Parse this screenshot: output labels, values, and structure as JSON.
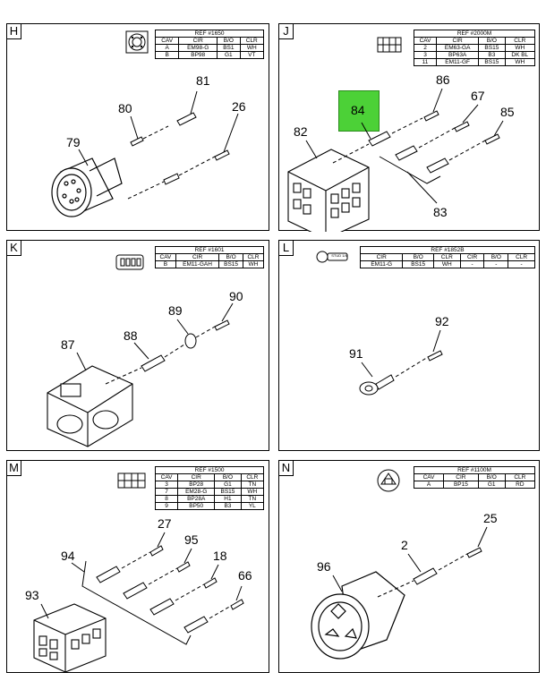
{
  "panels": {
    "H": {
      "letter": "H",
      "ref_title": "REF #1650",
      "headers": [
        "CAV",
        "CIR",
        "B/O",
        "CLR"
      ],
      "rows": [
        [
          "A",
          "EM98-G",
          "BS1",
          "WH"
        ],
        [
          "B",
          "BP98",
          "G1",
          "VT"
        ]
      ],
      "callouts": [
        "81",
        "80",
        "26",
        "79"
      ]
    },
    "J": {
      "letter": "J",
      "ref_title": "REF #2000M",
      "headers": [
        "CAV",
        "CIR",
        "B/O",
        "CLR"
      ],
      "rows": [
        [
          "2",
          "EM63-GA",
          "BS15",
          "WH"
        ],
        [
          "3",
          "BP63A",
          "B3",
          "DK BL"
        ],
        [
          "11",
          "EM11-GF",
          "BS15",
          "WH"
        ]
      ],
      "callouts": [
        "84",
        "86",
        "67",
        "85",
        "82",
        "83"
      ]
    },
    "K": {
      "letter": "K",
      "ref_title": "REF #1601",
      "headers": [
        "CAV",
        "CIR",
        "B/O",
        "CLR"
      ],
      "rows": [
        [
          "B",
          "EM11-GAH",
          "BS15",
          "WH"
        ]
      ],
      "callouts": [
        "90",
        "89",
        "88",
        "87"
      ]
    },
    "L": {
      "letter": "L",
      "ref_title": "REF #1852B",
      "headers": [
        "CIR",
        "B/O",
        "CLR",
        "CIR",
        "B/O",
        "CLR"
      ],
      "rows": [
        [
          "EM11-G",
          "BS15",
          "WH",
          "-",
          "-",
          "-"
        ]
      ],
      "stud_label": "STUD 1/4",
      "callouts": [
        "92",
        "91"
      ]
    },
    "M": {
      "letter": "M",
      "ref_title": "REF #1500",
      "headers": [
        "CAV",
        "CIR",
        "B/O",
        "CLR"
      ],
      "rows": [
        [
          "3",
          "BP28",
          "G1",
          "TN"
        ],
        [
          "7",
          "EM28-G",
          "BS15",
          "WH"
        ],
        [
          "8",
          "BP28A",
          "H1",
          "TN"
        ],
        [
          "9",
          "BP50",
          "B3",
          "YL"
        ]
      ],
      "callouts": [
        "27",
        "95",
        "94",
        "18",
        "66",
        "93"
      ]
    },
    "N": {
      "letter": "N",
      "ref_title": "REF #1100M",
      "headers": [
        "CAV",
        "CIR",
        "B/O",
        "CLR"
      ],
      "rows": [
        [
          "A",
          "BP15",
          "G1",
          "RD"
        ]
      ],
      "callouts": [
        "25",
        "2",
        "96"
      ]
    }
  },
  "colors": {
    "highlight": "#4cd137",
    "line": "#000000"
  }
}
